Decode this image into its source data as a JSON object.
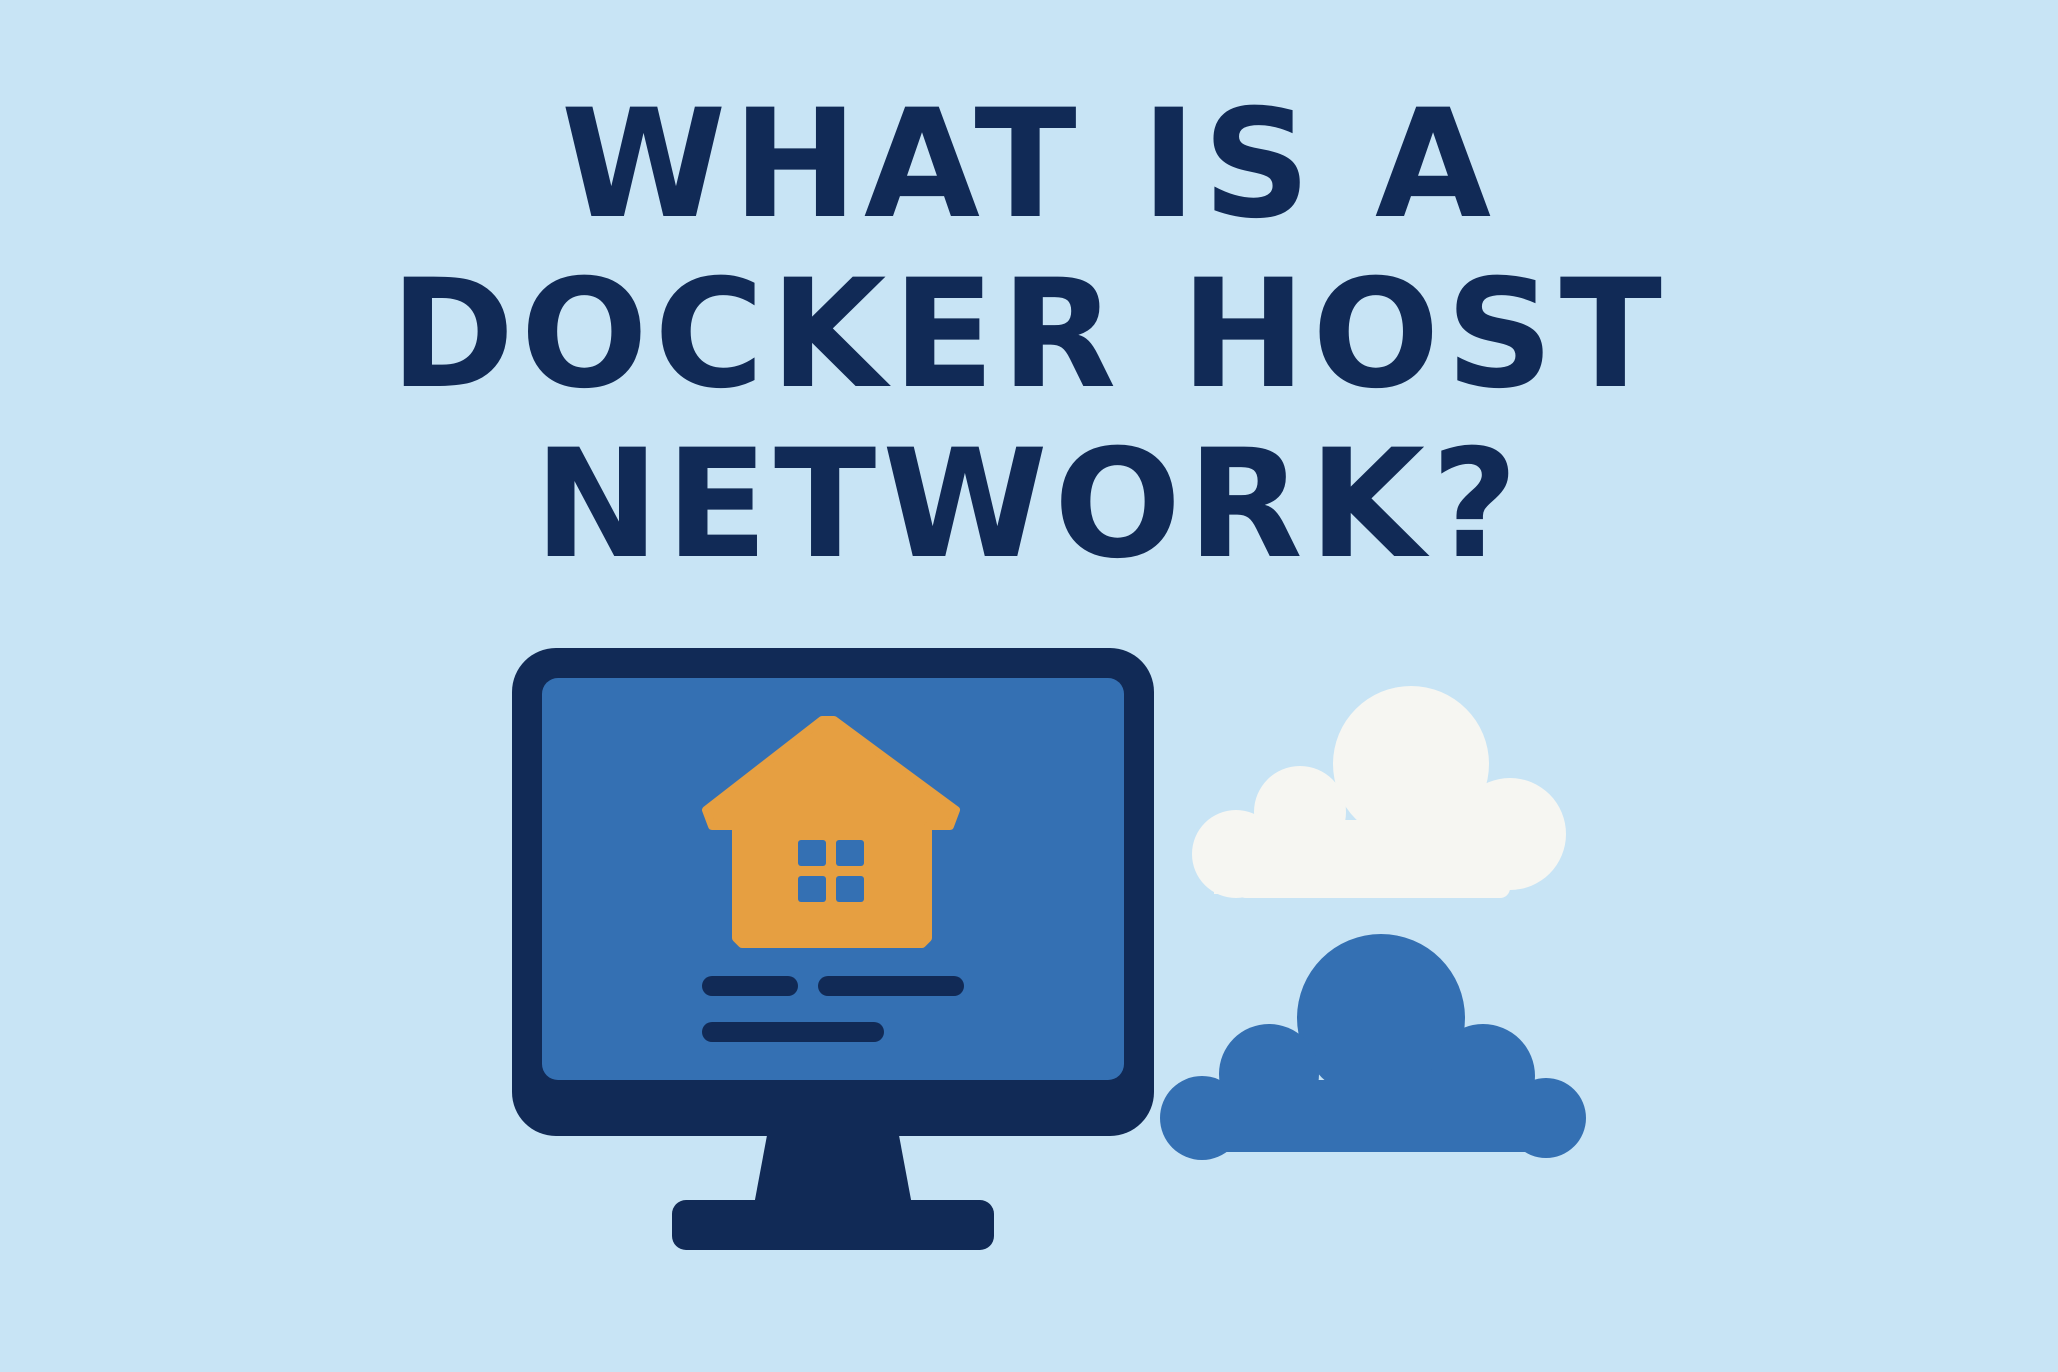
{
  "title": {
    "lines": [
      "WHAT IS A",
      "DOCKER HOST",
      "NETWORK?"
    ]
  },
  "colors": {
    "background": "#c8e4f5",
    "navy": "#112a56",
    "screen_blue": "#3470b3",
    "house_orange": "#e69f41",
    "cloud_white": "#f6f6f2",
    "cloud_blue": "#3470b3"
  },
  "icons": {
    "monitor": "monitor-icon",
    "house": "house-icon",
    "cloud_top": "cloud-icon",
    "cloud_bottom": "cloud-icon"
  }
}
